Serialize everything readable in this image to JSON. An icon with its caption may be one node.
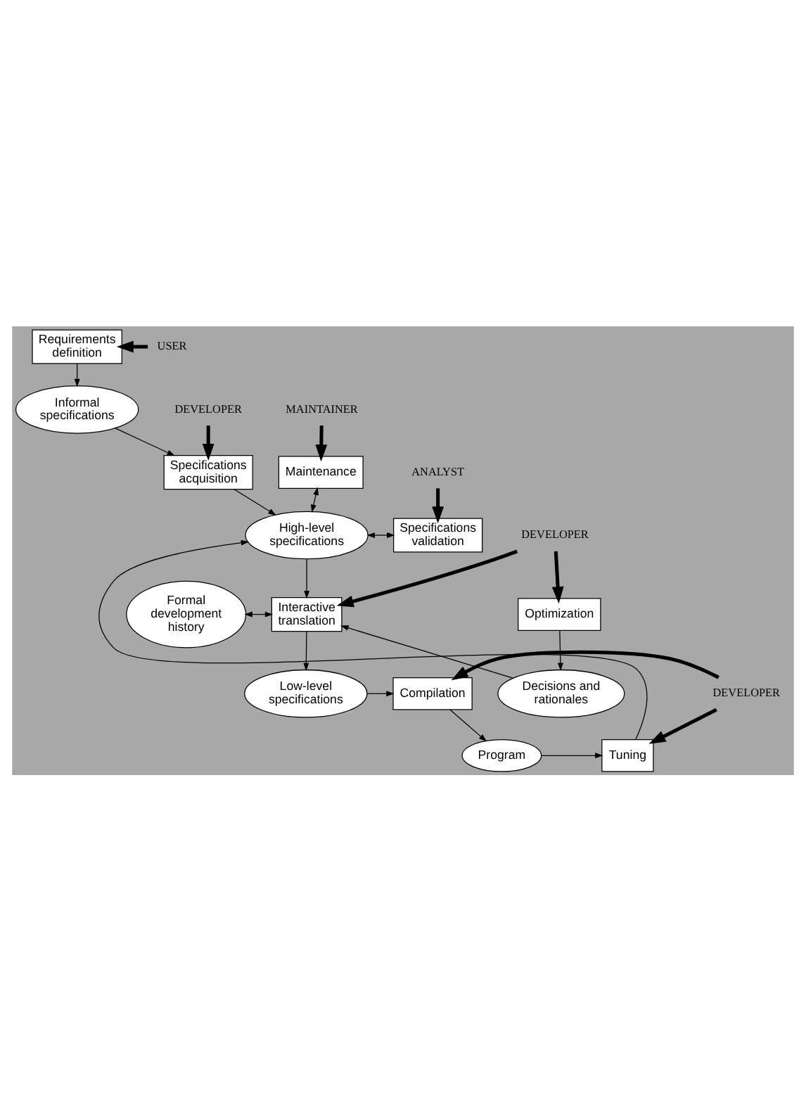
{
  "diagram": {
    "nodes": [
      {
        "text": [
          "Requirements definition"
        ]
      },
      {
        "text": [
          "USER"
        ]
      },
      {
        "text": [
          "Informal specifications"
        ]
      },
      {
        "text": [
          "DEVELOPER"
        ]
      },
      {
        "text": [
          "MAINTAINER"
        ]
      },
      {
        "text": [
          "Specifications acquisition"
        ]
      },
      {
        "text": [
          "Maintenance"
        ]
      },
      {
        "text": [
          "ANALYST"
        ]
      },
      {
        "text": [
          "High-level specifications"
        ]
      },
      {
        "text": [
          "Specifications validation"
        ]
      },
      {
        "text": [
          "DEVELOPER"
        ]
      },
      {
        "text": [
          "Formal development history"
        ]
      },
      {
        "text": [
          "Interactive translation"
        ]
      },
      {
        "text": [
          "Optimization"
        ]
      },
      {
        "text": [
          "Decisions and rationales"
        ]
      },
      {
        "text": [
          "Low-level specifications"
        ]
      },
      {
        "text": [
          "Compilation"
        ]
      },
      {
        "text": [
          "DEVELOPER"
        ]
      },
      {
        "text": [
          "Program"
        ]
      },
      {
        "text": [
          "Tuning"
        ]
      }
    ],
    "edges": [
      {
        "from": 1,
        "to": 0,
        "arrow": "to",
        "style": "thick"
      },
      {
        "from": 0,
        "to": 2,
        "arrow": "to"
      },
      {
        "from": 2,
        "to": 5,
        "arrow": "to"
      },
      {
        "from": 3,
        "to": 5,
        "arrow": "to",
        "style": "thick"
      },
      {
        "from": 4,
        "to": 6,
        "arrow": "to",
        "style": "thick"
      },
      {
        "from": 5,
        "to": 8,
        "arrow": "to"
      },
      {
        "from": 6,
        "to": 8,
        "arrow": "both"
      },
      {
        "from": 7,
        "to": 9,
        "arrow": "to",
        "style": "thick"
      },
      {
        "from": 8,
        "to": 9,
        "arrow": "both"
      },
      {
        "from": 8,
        "to": 12,
        "arrow": "to"
      },
      {
        "from": 10,
        "to": 12,
        "arrow": "to",
        "style": "thick"
      },
      {
        "from": 10,
        "to": 13,
        "arrow": "to",
        "style": "thick"
      },
      {
        "from": 11,
        "to": 12,
        "arrow": "both"
      },
      {
        "from": 13,
        "to": 14,
        "arrow": "to"
      },
      {
        "from": 14,
        "to": 12,
        "arrow": "to"
      },
      {
        "from": 12,
        "to": 15,
        "arrow": "to"
      },
      {
        "from": 15,
        "to": 16,
        "arrow": "to"
      },
      {
        "from": 17,
        "to": 16,
        "arrow": "to",
        "style": "thick"
      },
      {
        "from": 17,
        "to": 19,
        "arrow": "to",
        "style": "thick"
      },
      {
        "from": 16,
        "to": 18,
        "arrow": "to"
      },
      {
        "from": 18,
        "to": 19,
        "arrow": "to"
      },
      {
        "from": 19,
        "to": 8,
        "arrow": "to"
      }
    ]
  }
}
